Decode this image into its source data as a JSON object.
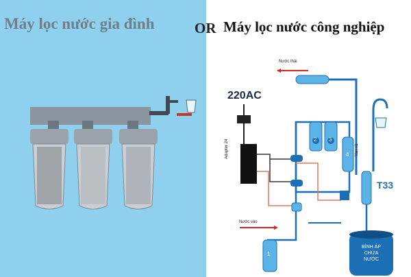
{
  "header": {
    "left_title": "Máy lọc nước gia đình",
    "separator": "OR",
    "right_title": "Máy lọc nước công nghiệp"
  },
  "diagram": {
    "power_label": "220AC",
    "adapter_label": "Adapter 24",
    "waste_label": "Nước thải",
    "inlet_label": "Nước vào",
    "flow_valve_label": "Van xả",
    "tank_code": "T33",
    "tank_label_line1": "BÌNH ÁP",
    "tank_label_line2": "CHỨA NƯỚC",
    "filter_numbers": [
      "1",
      "2",
      "3",
      "4"
    ]
  },
  "colors": {
    "left_background": "#8fd0ee",
    "pipe_blue": "#1c6fb4",
    "filter_blue": "#5bb3e6",
    "wire_orange": "#e07a5a",
    "waste_red": "#d9261c"
  }
}
